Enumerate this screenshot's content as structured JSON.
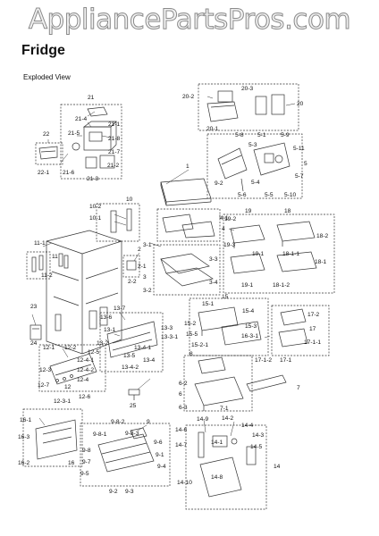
{
  "watermark": "AppliancePartsPros.com",
  "title": "Fridge",
  "subtitle": "Exploded View",
  "callouts": {
    "c21": "21",
    "c21_4": "21-4",
    "c21_1": "21-1",
    "c21_5": "21-5",
    "c21_8": "21-8",
    "c21_7": "21-7",
    "c21_2": "21-2",
    "c21_6": "21-6",
    "c21_3": "21-3",
    "c22": "22",
    "c22_1": "22-1",
    "c20_2": "20-2",
    "c20_3": "20-3",
    "c20": "20",
    "c20_1": "20-1",
    "c5_8": "5-8",
    "c5_1": "5-1",
    "c5_9": "5-9",
    "c5_3": "5-3",
    "c5_11": "5-11",
    "c5": "5",
    "c5_7": "5-7",
    "c9_2a": "9-2",
    "c5_4": "5-4",
    "c5_6": "5-6",
    "c5_5": "5-5",
    "c5_10": "5-10",
    "c1": "1",
    "c10": "10",
    "c10_2": "10-2",
    "c10_1": "10-1",
    "c4_1": "4-1",
    "c4": "4",
    "c19": "19",
    "c18": "18",
    "c19_2": "19-2",
    "c18_2": "18-2",
    "c19_3": "19-3",
    "c19_1": "19-1",
    "c18_1_1": "18-1-1",
    "c18_1": "18-1",
    "c19_1b": "19-1",
    "c18_1_2": "18-1-2",
    "c11_1": "11-1",
    "c11": "11",
    "c11_2": "11-2",
    "c2": "2",
    "c2_1": "2-1",
    "c2_2": "2-2",
    "c3_1": "3-1",
    "c3": "3",
    "c3_3": "3-3",
    "c3_2": "3-2",
    "c3_4": "3-4",
    "c15": "15",
    "c15_1": "15-1",
    "c15_4": "15-4",
    "c15_2": "15-2",
    "c15_3": "15-3",
    "c16_3_1": "16-3-1",
    "c15_5": "15-5",
    "c15_2_1": "15-2-1",
    "c17_2": "17-2",
    "c17": "17",
    "c17_1_1": "17-1-1",
    "c17_1_2": "17-1-2",
    "c17_1": "17-1",
    "c8": "8",
    "c6_2": "6-2",
    "c6": "6",
    "c6_3": "6-3",
    "c7_1": "7-1",
    "c7": "7",
    "c23": "23",
    "c24": "24",
    "c13_7": "13-7",
    "c13_6": "13-6",
    "c13_3": "13-3",
    "c13_1": "13-1",
    "c13_3_1": "13-3-1",
    "c13_2": "13-2",
    "c13_4_1": "13-4-1",
    "c13_5": "13-5",
    "c13_4": "13-4",
    "c13_4_2": "13-4-2",
    "c12_1": "12-1",
    "c12_2": "12-2",
    "c12_5": "12-5",
    "c12_4_1": "12-4-1",
    "c12_3": "12-3",
    "c12_4_2": "12-4-2",
    "c12_4": "12-4",
    "c12_7": "12-7",
    "c12": "12",
    "c12_3_1": "12-3-1",
    "c12_6": "12-6",
    "c25": "25",
    "c16_1": "16-1",
    "c16_3": "16-3",
    "c16_2": "16-2",
    "c16": "16",
    "c9_8_2": "9-8-2",
    "c9": "9",
    "c9_8_1": "9-8-1",
    "c9_8_3": "9-8-3",
    "c9_6": "9-6",
    "c9_8": "9-8",
    "c9_1": "9-1",
    "c9_7": "9-7",
    "c9_4": "9-4",
    "c9_5": "9-5",
    "c9_2": "9-2",
    "c9_3": "9-3",
    "c14_9": "14-9",
    "c14_2": "14-2",
    "c14_6": "14-6",
    "c14_4": "14-4",
    "c14_7": "14-7",
    "c14_1": "14-1",
    "c14_3": "14-3",
    "c14_5": "14-5",
    "c14_8": "14-8",
    "c14_10": "14-10",
    "c14": "14"
  }
}
